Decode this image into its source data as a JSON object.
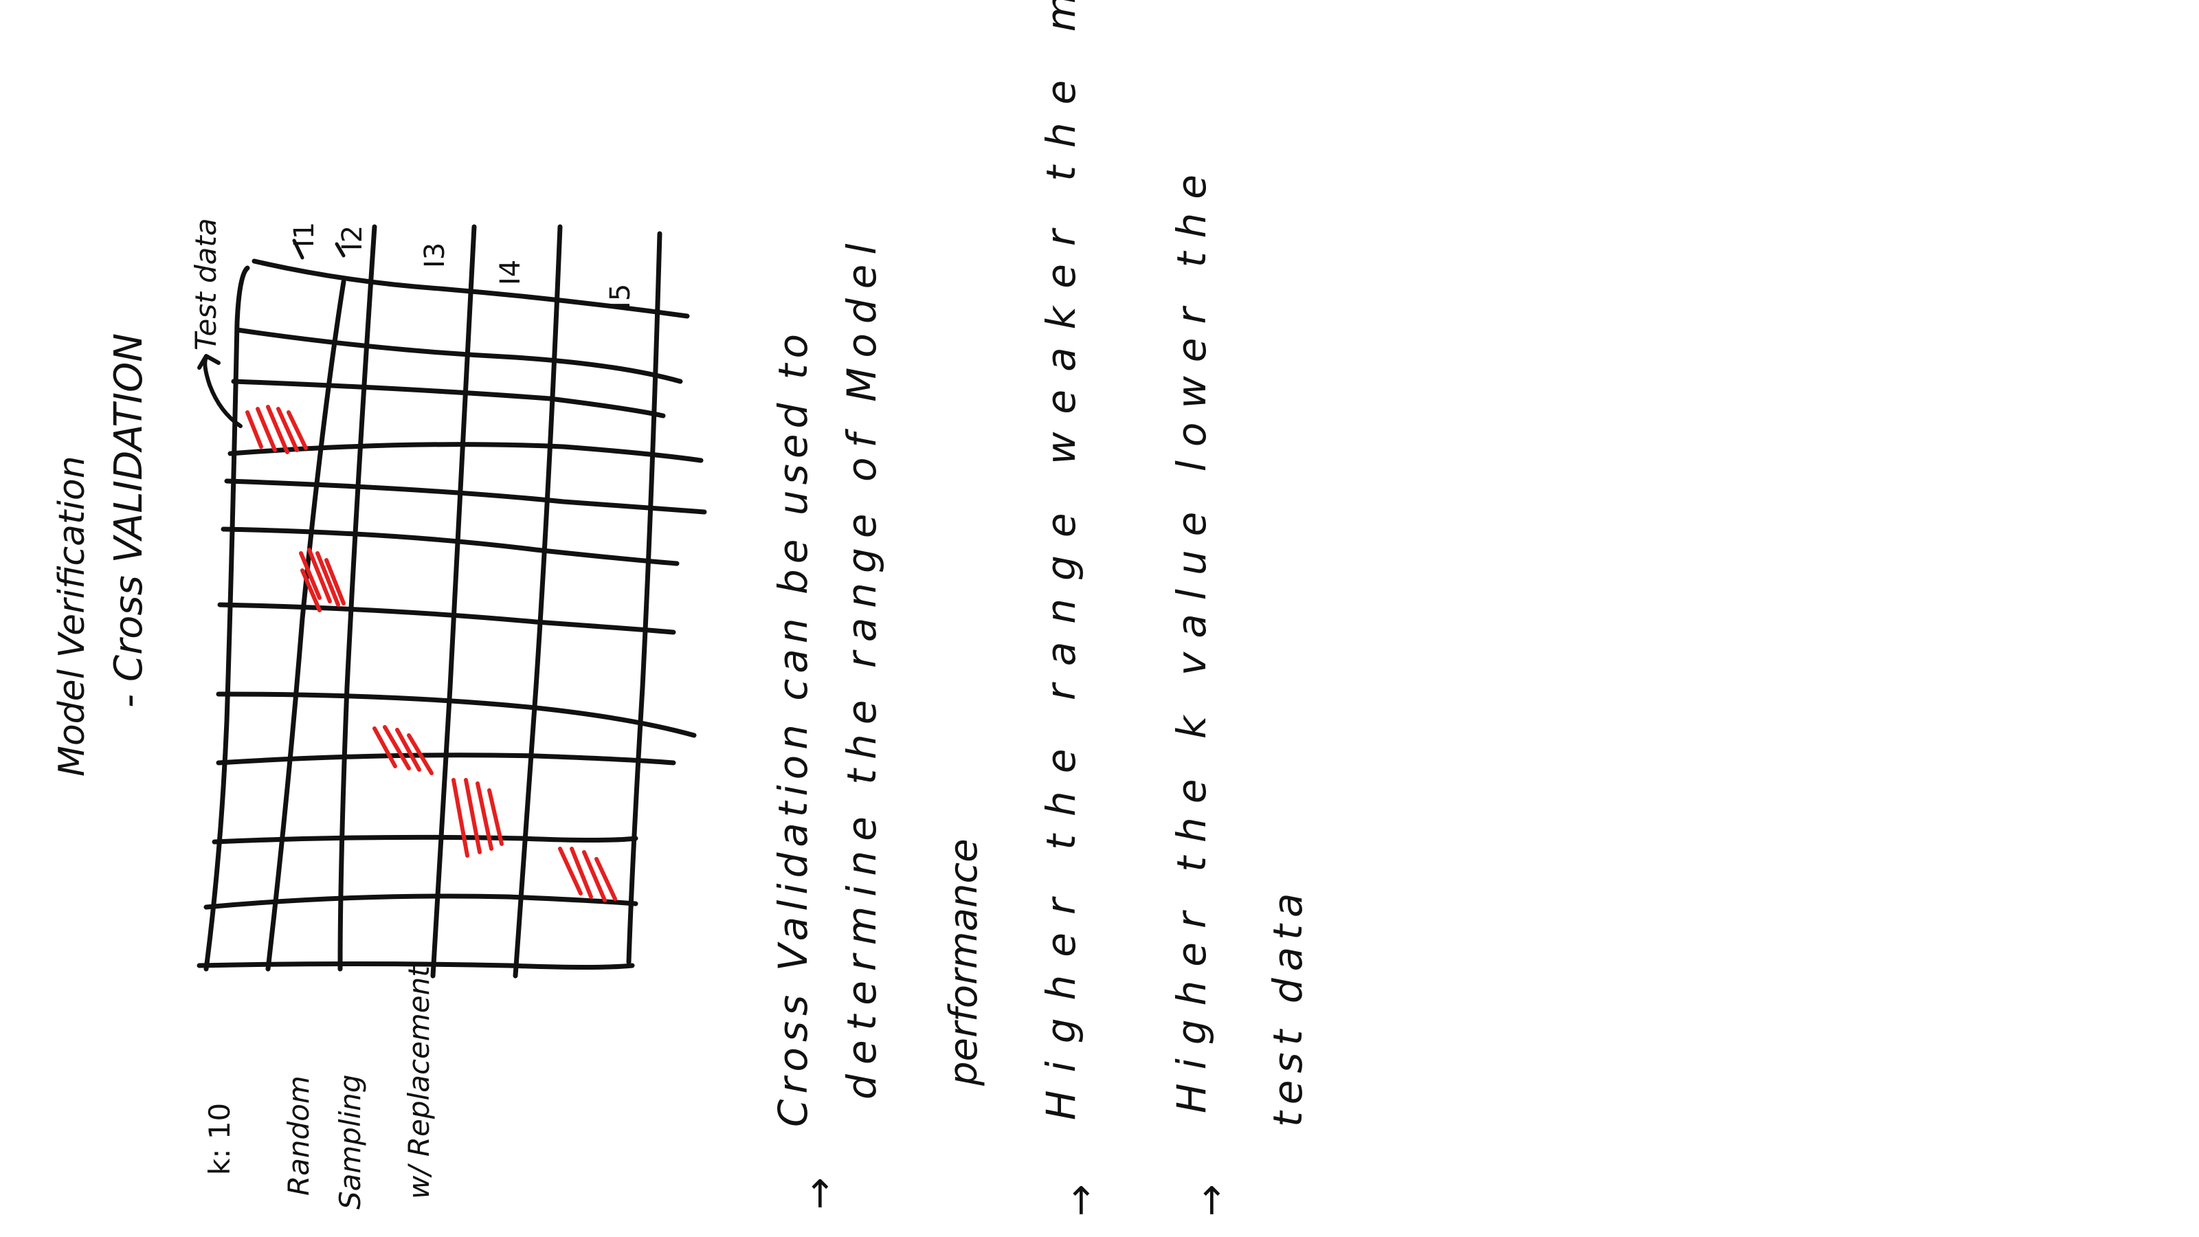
{
  "title": {
    "line1": "Model Verification",
    "line2": "- Cross VALIDATION"
  },
  "grid": {
    "test_data_label": "Test data",
    "iteration_labels": [
      "I1",
      "I2",
      "I3",
      "I4",
      "I5"
    ]
  },
  "left_notes": {
    "k_value": "k: 10",
    "line1": "Random",
    "line2": "Sampling",
    "line3": "w/ Replacement"
  },
  "bullets": [
    {
      "arrow": "→",
      "line1": "Cross Validation can be used to",
      "line2": "determine the range of Model",
      "line3": "performance"
    },
    {
      "arrow": "→",
      "line1": "Higher the range weaker the model"
    },
    {
      "arrow": "→",
      "line1": "Higher the k value lower the",
      "line2": "test data"
    }
  ],
  "colors": {
    "ink": "#111111",
    "highlight": "#e32020",
    "background": "#ffffff"
  }
}
